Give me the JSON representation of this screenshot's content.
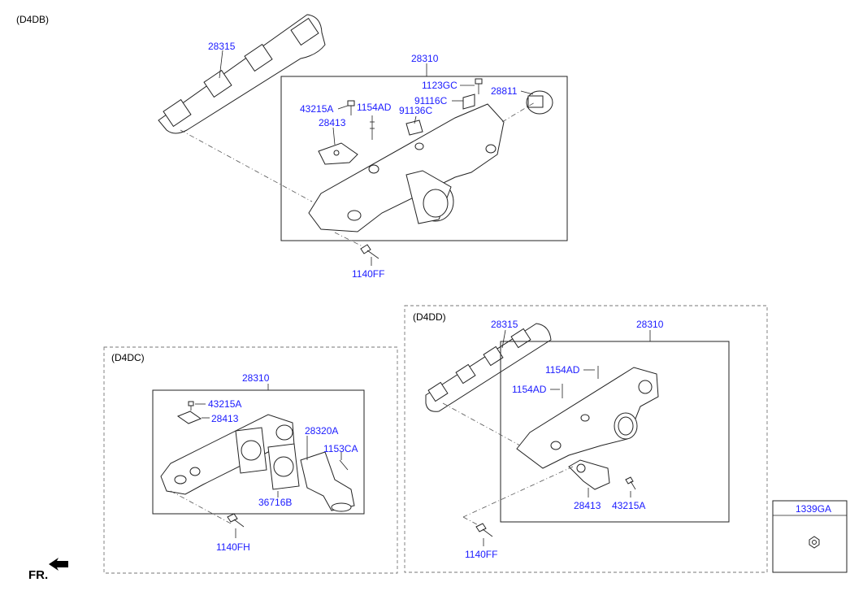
{
  "sections": {
    "d4db": "(D4DB)",
    "d4dc": "(D4DC)",
    "d4dd": "(D4DD)"
  },
  "d4db_labels": {
    "gasket": "28315",
    "manifold": "28310",
    "bolt_1123gc": "1123GC",
    "bracket_91116c": "91116C",
    "sensor_28811": "28811",
    "bolt_43215a": "43215A",
    "stud_1154ad": "1154AD",
    "bracket_91136c": "91136C",
    "plate_28413": "28413",
    "bolt_1140ff": "1140FF"
  },
  "d4dc_labels": {
    "manifold": "28310",
    "bolt_43215a": "43215A",
    "plate_28413": "28413",
    "elbow_28320a": "28320A",
    "stud_1153ca": "1153CA",
    "gasket_36716b": "36716B",
    "bolt_1140fh": "1140FH"
  },
  "d4dd_labels": {
    "gasket": "28315",
    "manifold": "28310",
    "stud_1154ad_a": "1154AD",
    "stud_1154ad_b": "1154AD",
    "plate_28413": "28413",
    "bolt_43215a": "43215A",
    "bolt_1140ff": "1140FF"
  },
  "legend": {
    "code": "1339GA"
  },
  "direction": {
    "label": "FR."
  }
}
